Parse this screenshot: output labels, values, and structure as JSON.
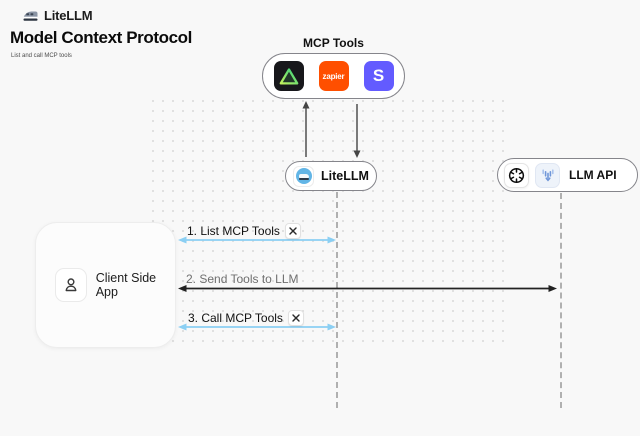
{
  "header": {
    "brand": "LiteLLM",
    "title": "Model Context Protocol",
    "subtitle": "List and call MCP tools"
  },
  "mcp": {
    "label": "MCP Tools",
    "zapier_label": "zapier",
    "stripe_label": "S",
    "tool_icons": [
      "triangle-logo-icon",
      "zapier-icon",
      "stripe-icon"
    ]
  },
  "nodes": {
    "litellm": "LiteLLM",
    "llm_api": "LLM API",
    "client": "Client Side App"
  },
  "steps": [
    "1. List MCP Tools",
    "2. Send Tools to LLM",
    "3. Call MCP Tools"
  ],
  "icons": {
    "header_logo": "litellm-train-logo-icon",
    "litellm_node": "litellm-train-icon",
    "llm_api_icons": [
      "openai-icon",
      "llm-provider-icon"
    ],
    "client": "user-icon",
    "step_badge": "crossed-tools-icon"
  },
  "colors": {
    "background": "#f8f8f8",
    "accent_blue_arrow": "#8bcff3",
    "dark_arrow": "#222222",
    "zapier_orange": "#ff4f00",
    "stripe_purple": "#635bff",
    "dark_tile": "#17171b",
    "triangle_green": "#35d07f",
    "lifeline_gray": "#b0b0b0",
    "step2_label_gray": "#6f6f6f"
  }
}
